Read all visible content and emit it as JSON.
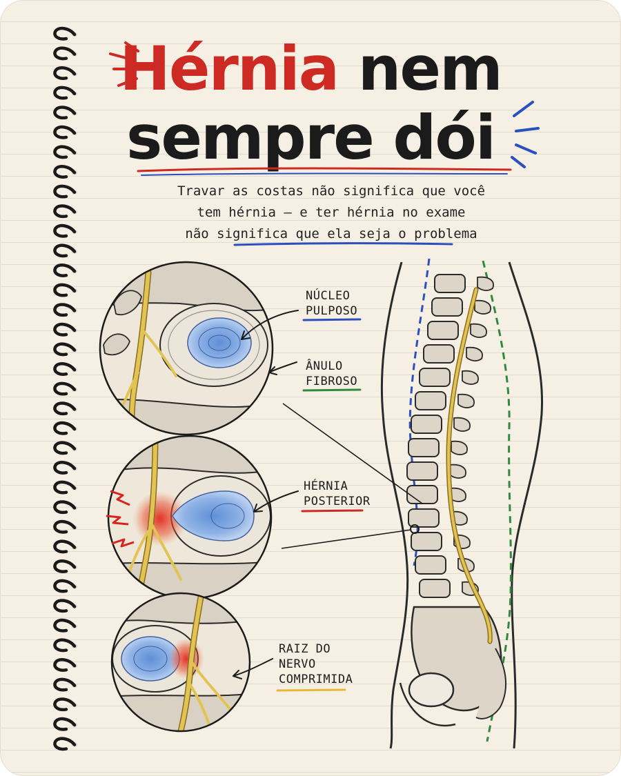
{
  "title": {
    "word_highlight": "Hérnia",
    "line1_rest": " nem",
    "line2": "sempre dói"
  },
  "subtitle": {
    "line1": "Travar as costas não significa que você",
    "line2": "tem hérnia — e ter hérnia no exame",
    "line3": "não significa que ela seja o problema"
  },
  "labels": {
    "nucleus": {
      "line1": "NÚCLEO",
      "line2": "PULPOSO"
    },
    "annulus": {
      "line1": "ÂNULO",
      "line2": "FIBROSO"
    },
    "herniation": {
      "line1": "HÉRNIA",
      "line2": "POSTERIOR"
    },
    "nerve_root": {
      "line1": "RAIZ DO",
      "line2": "NERVO",
      "line3": "COMPRIMIDA"
    }
  },
  "colors": {
    "paper": "#f6efe3",
    "red_accent": "#cc2a22",
    "blue_accent": "#2a4fbf",
    "green_accent": "#2e8a3c",
    "yellow_accent": "#e8b838",
    "nerve_yellow": "#e2c455",
    "disc_blue": "#6f9bd9",
    "ink": "#1b1b1b"
  }
}
